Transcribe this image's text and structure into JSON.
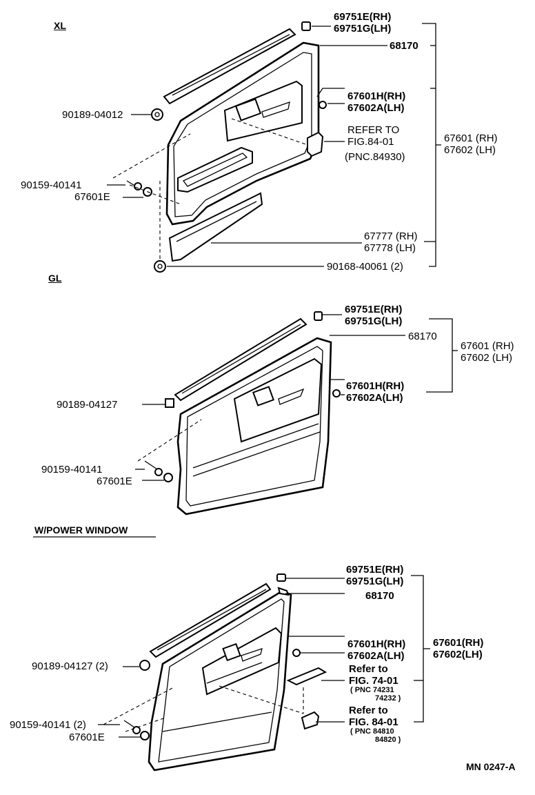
{
  "sections": {
    "xl": {
      "heading": "XL",
      "labels": {
        "p69751e": "69751E",
        "p69751e_side": "(RH)",
        "p69751g": "69751G",
        "p69751g_side": "(LH)",
        "p68170": "68170",
        "p67601h": "67601H",
        "p67601h_side": "(RH)",
        "p67602a": "67602A",
        "p67602a_side": "(LH)",
        "refer1": "REFER TO",
        "refer2": "FIG.84-01",
        "refer3": "(PNC.84930)",
        "p67601_rh": "67601 (RH)",
        "p67602_lh": "67602 (LH)",
        "p90189": "90189-04012",
        "p90159": "90159-40141",
        "p67601e": "67601E",
        "p67777": "67777 (RH)",
        "p67778": "67778 (LH)",
        "p90168": "90168-40061 (2)"
      }
    },
    "gl": {
      "heading": "GL",
      "labels": {
        "p69751e": "69751E",
        "p69751e_side": "(RH)",
        "p69751g": "69751G",
        "p69751g_side": "(LH)",
        "p68170": "68170",
        "p67601_rh": "67601 (RH)",
        "p67602_lh": "67602 (LH)",
        "p67601h": "67601H",
        "p67601h_side": "(RH)",
        "p67602a": "67602A",
        "p67602a_side": "(LH)",
        "p90189": "90189-04127",
        "p90159": "90159-40141",
        "p67601e": "67601E"
      }
    },
    "pw": {
      "heading": "W/POWER WINDOW",
      "labels": {
        "p69751e": "69751E",
        "p69751e_side": "(RH)",
        "p69751g": "69751G",
        "p69751g_side": "(LH)",
        "p68170": "68170",
        "p67601h": "67601H",
        "p67601h_side": "(RH)",
        "p67602a": "67602A",
        "p67602a_side": "(LH)",
        "p67601_rh": "67601",
        "p67601_rh_side": "(RH)",
        "p67602_lh": "67602",
        "p67602_lh_side": "(LH)",
        "refer74_1": "Refer to",
        "refer74_2": "FIG. 74-01",
        "pnc74_1": "( PNC 74231",
        "pnc74_2": "74232 )",
        "refer84_1": "Refer to",
        "refer84_2": "FIG. 84-01",
        "pnc84_1": "( PNC 84810",
        "pnc84_2": "84820 )",
        "p90189": "90189-04127 (2)",
        "p90159": "90159-40141 (2)",
        "p67601e": "67601E"
      }
    }
  },
  "footer": {
    "code": "MN 0247-A"
  }
}
